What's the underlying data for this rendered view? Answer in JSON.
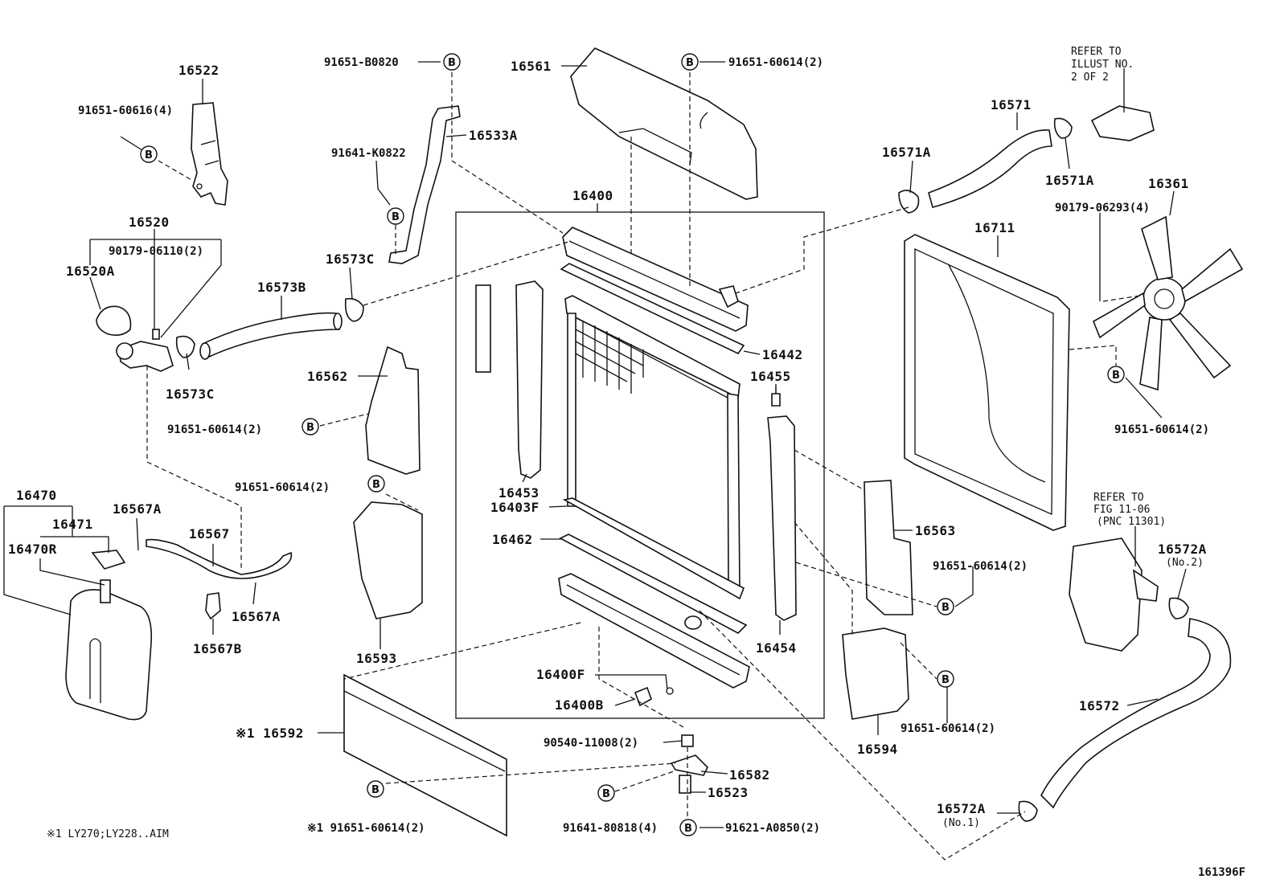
{
  "labels": {
    "p16522": "16522",
    "p91651_60616": "91651-60616(4)",
    "p16520": "16520",
    "p90179_06110": "90179-06110(2)",
    "p16520A": "16520A",
    "p16573C_a": "16573C",
    "p16573C_b": "16573C",
    "p16573B": "16573B",
    "p91651_B0820": "91651-B0820",
    "p16533A": "16533A",
    "p91641_K0822": "91641-K0822",
    "p16561": "16561",
    "p91651_60614_top": "91651-60614(2)",
    "p16400": "16400",
    "p16562": "16562",
    "p91651_60614_l1": "91651-60614(2)",
    "p91651_60614_l2": "91651-60614(2)",
    "p16442": "16442",
    "p16455": "16455",
    "p16453": "16453",
    "p16403F": "16403F",
    "p16462": "16462",
    "p16454": "16454",
    "p16470": "16470",
    "p16471": "16471",
    "p16470R": "16470R",
    "p16567A_a": "16567A",
    "p16567": "16567",
    "p16567A_b": "16567A",
    "p16567B": "16567B",
    "p16593": "16593",
    "p16400F": "16400F",
    "p16400B": "16400B",
    "p90540_11008": "90540-11008(2)",
    "p16592": "※1 16592",
    "p16582": "16582",
    "p16523": "16523",
    "p91641_80818": "91641-80818(4)",
    "p91621_A0850": "91621-A0850(2)",
    "p91651_60614_bot": "※1 91651-60614(2)",
    "footnote": "※1 LY270;LY228..AIM",
    "p16571": "16571",
    "p16571A_a": "16571A",
    "p16571A_b": "16571A",
    "refer1_l1": "REFER TO",
    "refer1_l2": "ILLUST NO.",
    "refer1_l3": "2 OF 2",
    "p16361": "16361",
    "p90179_06293": "90179-06293(4)",
    "p16711": "16711",
    "p91651_60614_r1": "91651-60614(2)",
    "p16563": "16563",
    "p91651_60614_r2": "91651-60614(2)",
    "refer2_l1": "REFER TO",
    "refer2_l2": "FIG 11-06",
    "refer2_l3": "(PNC 11301)",
    "p16572A_a": "16572A",
    "p16572A_a_sub": "(No.2)",
    "p16594": "16594",
    "p91651_60614_r3": "91651-60614(2)",
    "p16572": "16572",
    "p16572A_b": "16572A",
    "p16572A_b_sub": "(No.1)",
    "figno": "161396F"
  },
  "callout_letter": "B"
}
